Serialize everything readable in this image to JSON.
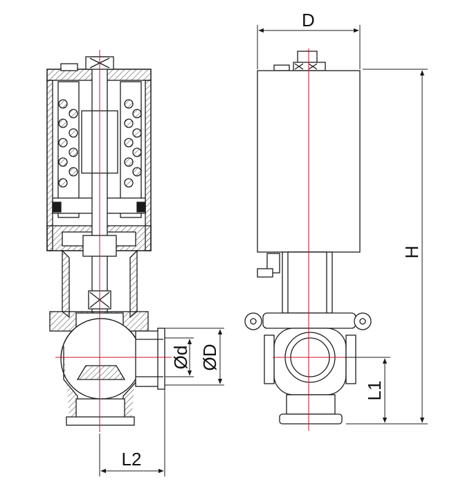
{
  "labels": {
    "D_top": "D",
    "H": "H",
    "d_inner": "Ød",
    "D_outer": "ØD",
    "L1": "L1",
    "L2": "L2"
  },
  "colors": {
    "line": "#1a1a1a",
    "centerline": "#c8102e",
    "hatch": "#666666"
  }
}
